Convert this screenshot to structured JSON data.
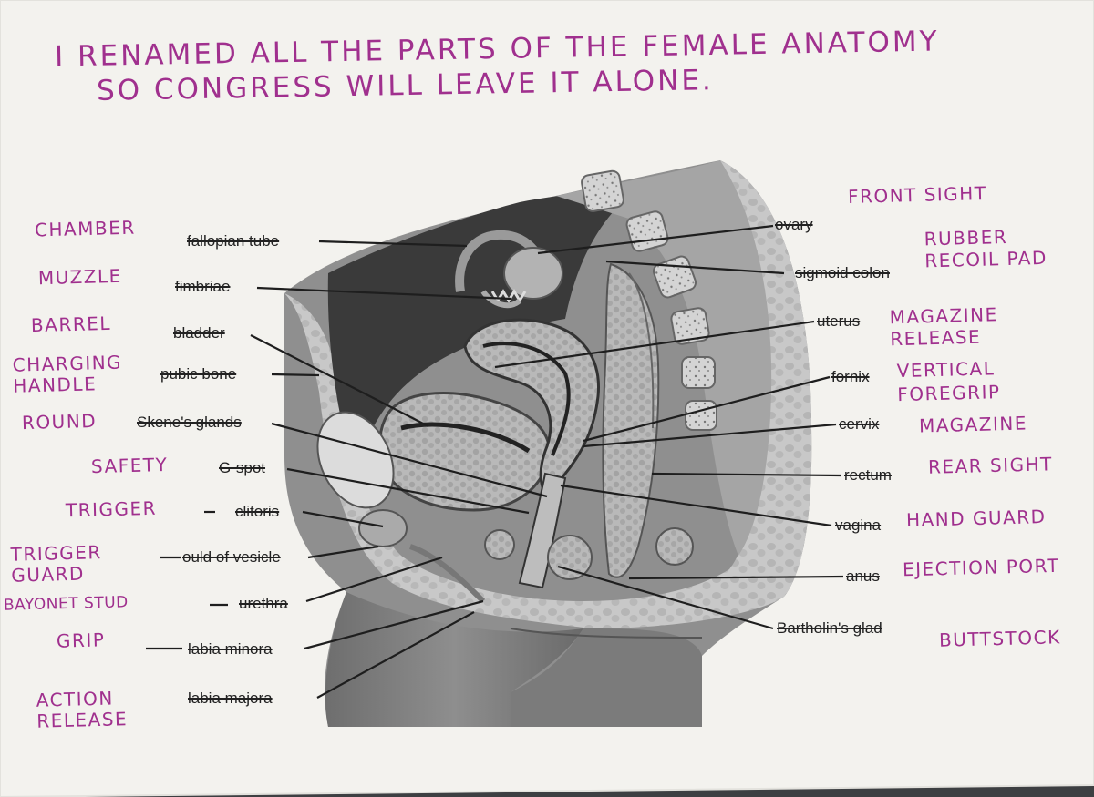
{
  "title": {
    "line1": "I RENAMED ALL THE PARTS OF THE FEMALE ANATOMY",
    "line2": "SO CONGRESS WILL LEAVE IT ALONE."
  },
  "left_labels": [
    {
      "id": "fallopian-tube",
      "original": "fallopian tube",
      "renamed": "CHAMBER"
    },
    {
      "id": "fimbriae",
      "original": "fimbriae",
      "renamed": "MUZZLE"
    },
    {
      "id": "bladder",
      "original": "bladder",
      "renamed": "BARREL"
    },
    {
      "id": "pubic-bone",
      "original": "pubic bone",
      "renamed": "CHARGING HANDLE"
    },
    {
      "id": "skenes-glands",
      "original": "Skene's glands",
      "renamed": "ROUND"
    },
    {
      "id": "g-spot",
      "original": "G-spot",
      "renamed": "SAFETY"
    },
    {
      "id": "clitoris",
      "original": "clitoris",
      "renamed": "TRIGGER"
    },
    {
      "id": "ould-of-vesicle",
      "original": "ould of vesicle",
      "renamed": "TRIGGER GUARD"
    },
    {
      "id": "urethra",
      "original": "urethra",
      "renamed": "BAYONET STUD"
    },
    {
      "id": "labia-minora",
      "original": "labia minora",
      "renamed": "GRIP"
    },
    {
      "id": "labia-majora",
      "original": "labia majora",
      "renamed": "ACTION RELEASE"
    }
  ],
  "right_labels": [
    {
      "id": "ovary",
      "original": "ovary",
      "renamed": "FRONT SIGHT"
    },
    {
      "id": "sigmoid-colon",
      "original": "sigmoid colon",
      "renamed": "RUBBER RECOIL PAD"
    },
    {
      "id": "uterus",
      "original": "uterus",
      "renamed": "MAGAZINE RELEASE"
    },
    {
      "id": "fornix",
      "original": "fornix",
      "renamed": "VERTICAL FOREGRIP"
    },
    {
      "id": "cervix",
      "original": "cervix",
      "renamed": "MAGAZINE"
    },
    {
      "id": "rectum",
      "original": "rectum",
      "renamed": "REAR SIGHT"
    },
    {
      "id": "vagina",
      "original": "vagina",
      "renamed": "HAND GUARD"
    },
    {
      "id": "anus",
      "original": "anus",
      "renamed": "EJECTION PORT"
    },
    {
      "id": "bartholins-gland",
      "original": "Bartholin's glad",
      "renamed": "BUTTSTOCK"
    }
  ],
  "colors": {
    "ink": "#a0308e",
    "paper": "#f4f3ef",
    "print": "#222222"
  }
}
